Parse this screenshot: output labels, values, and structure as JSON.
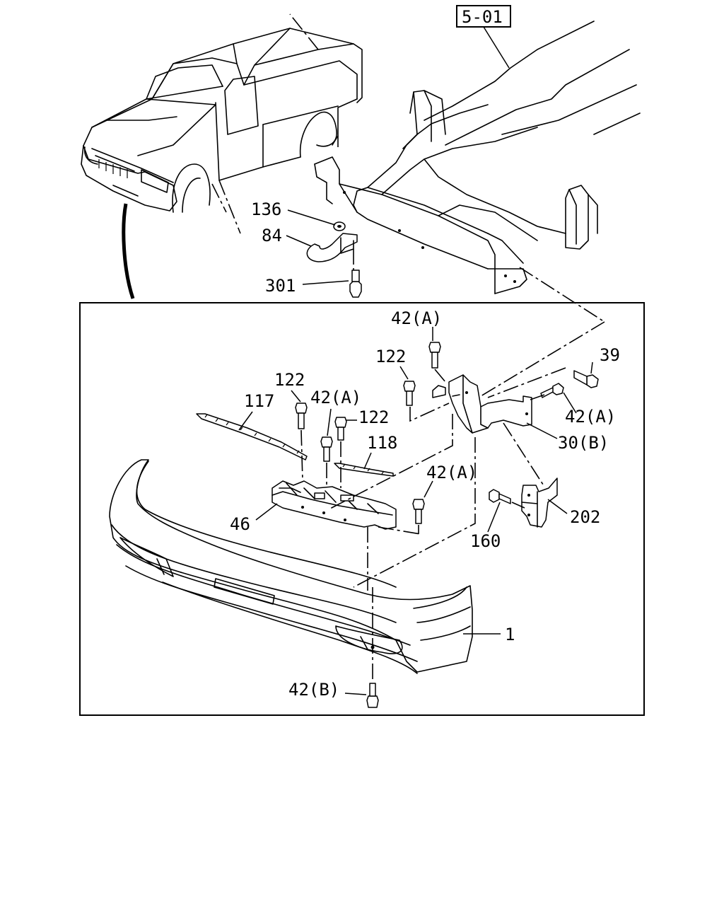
{
  "reference_label": "5-01",
  "callouts": [
    {
      "id": "c136",
      "text": "136"
    },
    {
      "id": "c84",
      "text": "84"
    },
    {
      "id": "c301",
      "text": "301"
    },
    {
      "id": "c42a_top",
      "text": "42(A)"
    },
    {
      "id": "c122_a",
      "text": "122"
    },
    {
      "id": "c39",
      "text": "39"
    },
    {
      "id": "c122_b",
      "text": "122"
    },
    {
      "id": "c117",
      "text": "117"
    },
    {
      "id": "c42a_left",
      "text": "42(A)"
    },
    {
      "id": "c122_c",
      "text": "122"
    },
    {
      "id": "c42a_right",
      "text": "42(A)"
    },
    {
      "id": "c118",
      "text": "118"
    },
    {
      "id": "c30b",
      "text": "30(B)"
    },
    {
      "id": "c42a_mid",
      "text": "42(A)"
    },
    {
      "id": "c46",
      "text": "46"
    },
    {
      "id": "c202",
      "text": "202"
    },
    {
      "id": "c160",
      "text": "160"
    },
    {
      "id": "c1",
      "text": "1"
    },
    {
      "id": "c42b",
      "text": "42(B)"
    }
  ]
}
